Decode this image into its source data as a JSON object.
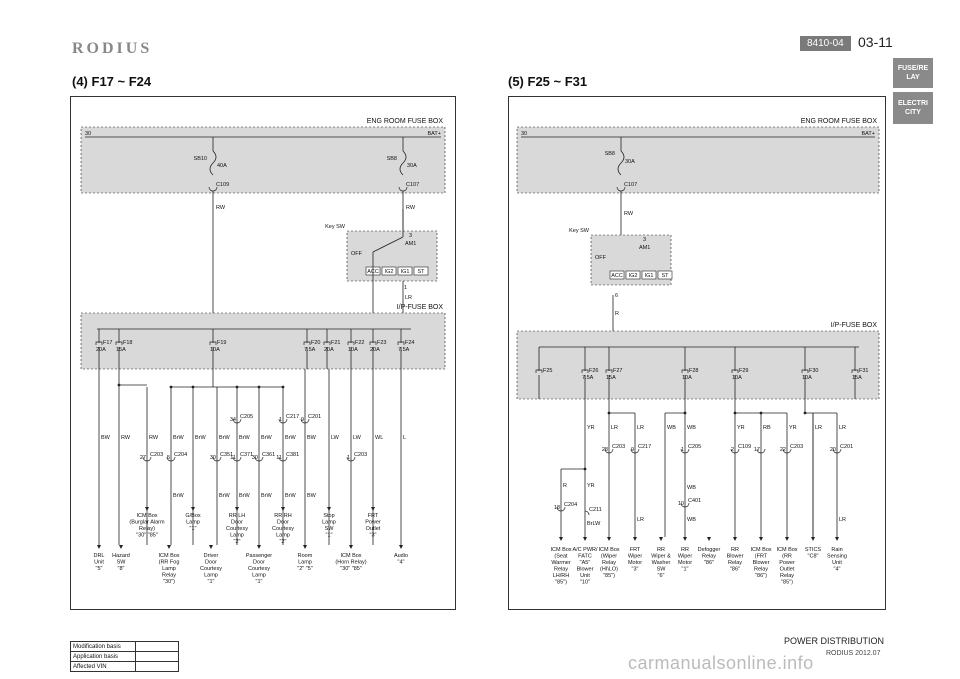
{
  "header": {
    "brand": "RODIUS",
    "code": "8410-04",
    "page": "03-11",
    "tabs": [
      {
        "label": "FUSE/RE LAY"
      },
      {
        "label": "ELECTRI CITY"
      }
    ]
  },
  "left": {
    "title": "(4) F17 ~ F24",
    "eng_box_label": "ENG ROOM FUSE BOX",
    "ip_box_label": "I/P-FUSE BOX",
    "bus": {
      "left": "30",
      "right": "BAT+"
    },
    "eng_fuses": [
      {
        "id": "SB10",
        "amp": "40A",
        "conn": "C109",
        "wire": "RW"
      },
      {
        "id": "SB8",
        "amp": "30A",
        "conn": "C107",
        "wire": "RW"
      }
    ],
    "key_sw": {
      "label": "Key SW",
      "am": "AM1",
      "pin_top": "3",
      "pin_bottom": "1",
      "off": "OFF",
      "positions": [
        "ACC",
        "IG2",
        "IG1",
        "ST"
      ],
      "out_wire": "LR"
    },
    "fuses": [
      {
        "id": "F17",
        "amp": "20A"
      },
      {
        "id": "F18",
        "amp": "15A"
      },
      {
        "id": "F19",
        "amp": "10A"
      },
      {
        "id": "F20",
        "amp": "7.5A"
      },
      {
        "id": "F21",
        "amp": "20A"
      },
      {
        "id": "F22",
        "amp": "10A"
      },
      {
        "id": "F23",
        "amp": "20A"
      },
      {
        "id": "F24",
        "amp": "7.5A"
      }
    ],
    "wires": [
      {
        "top": "BW",
        "conn": "",
        "pin": "",
        "bottom": ""
      },
      {
        "top": "RW",
        "conn": "",
        "pin": "",
        "bottom": ""
      },
      {
        "top": "RW",
        "conn": "C203",
        "pin": "27",
        "bottom": ""
      },
      {
        "top": "BrW",
        "conn": "C204",
        "pin": "5",
        "bottom": "BrW"
      },
      {
        "top": "BrW",
        "conn": "",
        "pin": "",
        "bottom": ""
      },
      {
        "top": "BrW",
        "conn": "C351",
        "pin": "30",
        "bottom": "BrW"
      },
      {
        "top": "BrW",
        "conn": "C371",
        "pin": "11",
        "bottom": "BrW"
      },
      {
        "top": "BrW",
        "conn": "C361",
        "pin": "30",
        "bottom": "BrW"
      },
      {
        "top": "BrW",
        "conn": "C381",
        "pin": "11",
        "bottom": "BrW"
      },
      {
        "top": "BW",
        "conn": "",
        "pin": "",
        "bottom": "BW"
      },
      {
        "top": "LW",
        "conn": "",
        "pin": "",
        "bottom": ""
      },
      {
        "top": "LW",
        "conn": "C203",
        "pin": "1",
        "bottom": ""
      },
      {
        "top": "WL",
        "conn": "",
        "pin": "",
        "bottom": ""
      },
      {
        "top": "L",
        "conn": "",
        "pin": "",
        "bottom": ""
      }
    ],
    "upper_conns": [
      {
        "conn": "C205",
        "pin": "34"
      },
      {
        "conn": "C217",
        "pin": "1"
      },
      {
        "conn": "C201",
        "pin": "9"
      }
    ],
    "mid_loads": [
      [
        "ICM Box",
        "(Burglar Alarm",
        "Relay)",
        "\"30\" \"85\""
      ],
      [
        "G/Box",
        "Lamp",
        "\"1\""
      ],
      [
        "RR LH",
        "Door",
        "Courtesy",
        "Lamp",
        "\"2\""
      ],
      [
        "RR RH",
        "Door",
        "Courtesy",
        "Lamp",
        "\"2\""
      ],
      [
        "Stop",
        "Lamp",
        "SW",
        "\"1\""
      ],
      [
        "FRT",
        "Power",
        "Outlet",
        "\"3\""
      ]
    ],
    "bottom_loads": [
      [
        "DRL",
        "Unit",
        "\"5\""
      ],
      [
        "Hazard",
        "SW",
        "\"8\""
      ],
      [
        "ICM Box",
        "(RR Fog",
        "Lamp",
        "Relay",
        "\"30\")"
      ],
      [
        "Driver",
        "Door",
        "Courtesy",
        "Lamp",
        "\"1\""
      ],
      [
        "Passenger",
        "Door",
        "Courtesy",
        "Lamp",
        "\"1\""
      ],
      [
        "Room",
        "Lamp",
        "\"2\" \"5\""
      ],
      [
        "ICM Box",
        "(Horn Relay)",
        "\"30\" \"85\""
      ],
      [
        "Audio",
        "\"4\""
      ]
    ]
  },
  "right": {
    "title": "(5) F25 ~ F31",
    "eng_box_label": "ENG ROOM FUSE BOX",
    "ip_box_label": "I/P-FUSE BOX",
    "bus": {
      "left": "30",
      "right": "BAT+"
    },
    "eng_fuse": {
      "id": "SB8",
      "amp": "30A",
      "conn": "C107",
      "wire": "RW"
    },
    "key_sw": {
      "label": "Key SW",
      "am": "AM1",
      "pin_top": "3",
      "pin_bottom": "6",
      "off": "OFF",
      "positions": [
        "ACC",
        "IG2",
        "IG1",
        "ST"
      ],
      "out_wire": "R"
    },
    "fuses": [
      {
        "id": "F25",
        "amp": ""
      },
      {
        "id": "F26",
        "amp": "7.5A"
      },
      {
        "id": "F27",
        "amp": "15A"
      },
      {
        "id": "F28",
        "amp": "10A"
      },
      {
        "id": "F29",
        "amp": "10A"
      },
      {
        "id": "F30",
        "amp": "10A"
      },
      {
        "id": "F31",
        "amp": "15A"
      }
    ],
    "wires": [
      {
        "top": "YR",
        "a": "R",
        "b": "YR",
        "c": "BrLW"
      },
      {
        "top": "LR",
        "conn": "C203",
        "pin": "28"
      },
      {
        "top": "LR",
        "conn": "C217",
        "pin": "9",
        "bottom": "LR"
      },
      {
        "top": "WB"
      },
      {
        "top": "WB",
        "conn": "C205",
        "pin": "1",
        "mid": "WB",
        "conn2": "C401",
        "pin2": "10",
        "bottom": "WB"
      },
      {
        "top": "YR",
        "conn": "C109",
        "pin": "2"
      },
      {
        "top": "RB",
        "pin": "17"
      },
      {
        "top": "YR",
        "conn": "C203",
        "pin": "22"
      },
      {
        "top": "LR"
      },
      {
        "top": "LR",
        "conn": "C201",
        "pin": "20",
        "bottom": "LR"
      }
    ],
    "conns_extra": [
      {
        "conn": "C204",
        "pin": "18"
      },
      {
        "conn": "C211",
        "pin": ""
      }
    ],
    "bottom_loads": [
      [
        "ICM Box",
        "(Seat",
        "Warmer",
        "Relay",
        "LH/RH",
        "\"85\")"
      ],
      [
        "A/C PWR/",
        "FATC",
        "\"A5\"",
        "Blower",
        "Unit",
        "\"10\""
      ],
      [
        "ICM Box",
        "(Wiper",
        "Relay",
        "(HI\\LO)",
        "\"85\")"
      ],
      [
        "FRT",
        "Wiper",
        "Motor",
        "\"3\""
      ],
      [
        "RR",
        "Wiper &",
        "Washer",
        "SW",
        "\"6\""
      ],
      [
        "RR",
        "Wiper",
        "Motor",
        "\"1\""
      ],
      [
        "Defogger",
        "Relay",
        "\"86\""
      ],
      [
        "RR",
        "Blower",
        "Relay",
        "\"86\""
      ],
      [
        "ICM Box",
        "(FRT",
        "Blower",
        "Relay",
        "\"86\")"
      ],
      [
        "ICM Box",
        "(RR",
        "Power",
        "Outlet",
        "Relay",
        "\"85\")"
      ],
      [
        "STICS",
        "\"C8\""
      ],
      [
        "Rain",
        "Sensing",
        "Unit",
        "\"4\""
      ]
    ]
  },
  "footer": {
    "rows": [
      {
        "label": "Modification basis"
      },
      {
        "label": "Application basis"
      },
      {
        "label": "Affected VIN"
      }
    ],
    "title": "POWER DISTRIBUTION",
    "sub": "RODIUS 2012.07",
    "watermark": "carmanualsonline.info"
  },
  "colors": {
    "box_fill": "#d9d9d9",
    "line": "#222222",
    "badge": "#7a7a7a"
  }
}
